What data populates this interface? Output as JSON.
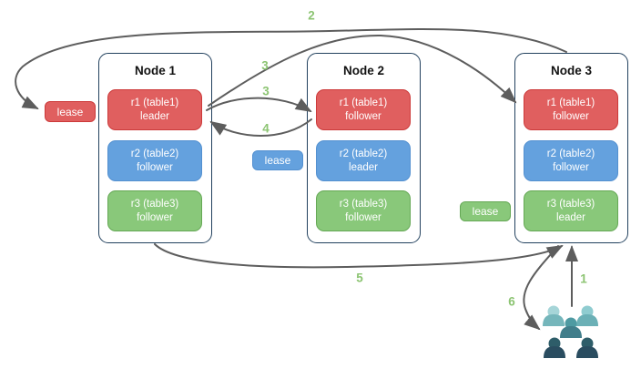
{
  "nodes": [
    {
      "title": "Node 1",
      "replicas": [
        {
          "name": "r1 (table1)",
          "role": "leader",
          "color": "red"
        },
        {
          "name": "r2 (table2)",
          "role": "follower",
          "color": "blue"
        },
        {
          "name": "r3 (table3)",
          "role": "follower",
          "color": "green"
        }
      ]
    },
    {
      "title": "Node 2",
      "replicas": [
        {
          "name": "r1 (table1)",
          "role": "follower",
          "color": "red"
        },
        {
          "name": "r2 (table2)",
          "role": "leader",
          "color": "blue"
        },
        {
          "name": "r3 (table3)",
          "role": "follower",
          "color": "green"
        }
      ]
    },
    {
      "title": "Node 3",
      "replicas": [
        {
          "name": "r1 (table1)",
          "role": "follower",
          "color": "red"
        },
        {
          "name": "r2 (table2)",
          "role": "follower",
          "color": "blue"
        },
        {
          "name": "r3 (table3)",
          "role": "leader",
          "color": "green"
        }
      ]
    }
  ],
  "leases": [
    {
      "label": "lease",
      "color": "#e05f5f"
    },
    {
      "label": "lease",
      "color": "#64a1de"
    },
    {
      "label": "lease",
      "color": "#89c87a"
    }
  ],
  "step_labels": [
    {
      "text": "2"
    },
    {
      "text": "3"
    },
    {
      "text": "3"
    },
    {
      "text": "4"
    },
    {
      "text": "5"
    },
    {
      "text": "1"
    },
    {
      "text": "6"
    }
  ],
  "arrows": [
    {
      "step": "1",
      "from": "users",
      "to": "node3"
    },
    {
      "step": "2",
      "from": "node3",
      "to": "lease-red"
    },
    {
      "step": "3",
      "from": "node1-r1",
      "to": "node2-r1"
    },
    {
      "step": "3",
      "from": "node1-r1",
      "to": "node3-r1"
    },
    {
      "step": "4",
      "from": "node2-r1",
      "to": "node1-r1"
    },
    {
      "step": "5",
      "from": "node1",
      "to": "node3"
    },
    {
      "step": "6",
      "from": "node3",
      "to": "users"
    }
  ],
  "icons": {
    "users": "users-icon"
  },
  "palette": {
    "red_fill": "#e05f5f",
    "red_border": "#cc3a3a",
    "blue_fill": "#64a1de",
    "blue_border": "#5390d0",
    "green_fill": "#89c87a",
    "green_border": "#65a855",
    "node_border": "#22415e",
    "arrow": "#5d5d5d",
    "step_label": "#8cc472",
    "users_light": "#a6d5d8",
    "users_mid": "#4e9aa2",
    "users_dark": "#2e5d69"
  }
}
